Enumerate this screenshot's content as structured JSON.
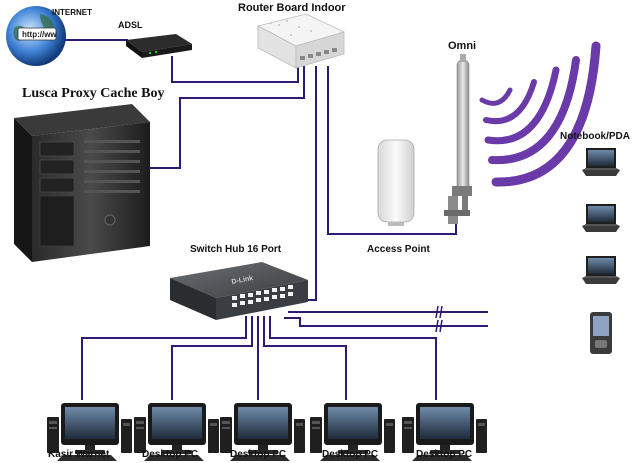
{
  "labels": {
    "internet": "INTERNET",
    "globe_url": "http://ww",
    "adsl": "ADSL",
    "router": "Router Board Indoor",
    "proxy": "Lusca Proxy Cache Boy",
    "omni": "Omni",
    "notebook_pda": "Notebook/PDA",
    "access_point": "Access Point",
    "switch": "Switch Hub 16 Port",
    "switch_brand": "D-Link",
    "pc1": "Kasir Warnet",
    "pc2": "Desktop PC",
    "pc3": "Desktop PC",
    "pc4": "Desktop PC",
    "pc5": "Desktop PC"
  },
  "colors": {
    "cable": "#2e1a6e",
    "signal": "#6a3aa8",
    "background": "#ffffff"
  },
  "icons": [
    "globe-icon",
    "adsl-modem-icon",
    "router-icon",
    "server-tower-icon",
    "omni-antenna-icon",
    "wifi-signal-icon",
    "access-point-icon",
    "switch-icon",
    "notebook-icon",
    "pda-icon",
    "desktop-pc-icon"
  ]
}
